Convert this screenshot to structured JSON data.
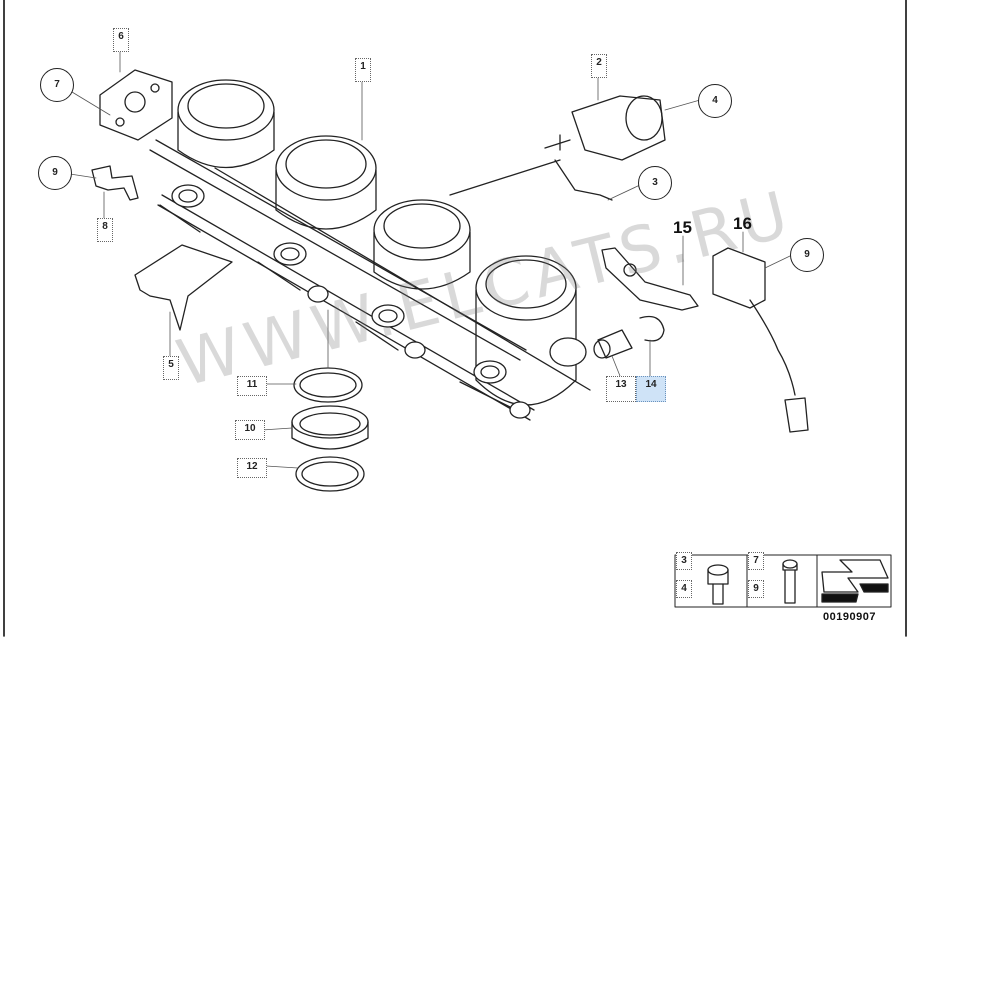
{
  "diagram": {
    "callouts": {
      "c1": "1",
      "c2": "2",
      "c3": "3",
      "c4": "4",
      "c5": "5",
      "c6": "6",
      "c7": "7",
      "c8": "8",
      "c9a": "9",
      "c9b": "9",
      "c10": "10",
      "c11": "11",
      "c12": "12",
      "c13": "13",
      "c14": "14",
      "c15": "15",
      "c16": "16"
    },
    "legend": {
      "l3": "3",
      "l4": "4",
      "l7": "7",
      "l9": "9"
    },
    "watermark": "WWW.ELCATS.RU",
    "diagram_code": "00190907",
    "highlight_color": "#cfe3f7"
  }
}
